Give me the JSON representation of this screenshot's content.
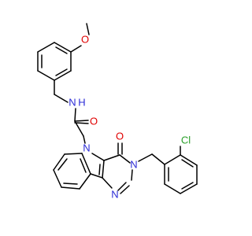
{
  "colors": {
    "bond": "#000000",
    "carbon": "#000000",
    "nitrogen": "#2b2bd6",
    "oxygen": "#e00000",
    "chlorine": "#2aa02a"
  },
  "atoms": {
    "methoxy_o": {
      "text": "O",
      "element": "oxygen"
    },
    "amide_n": {
      "text": "N",
      "element": "nitrogen"
    },
    "amide_h": {
      "text": "H",
      "element": "nitrogen"
    },
    "amide_o": {
      "text": "O",
      "element": "oxygen"
    },
    "indole_n": {
      "text": "N",
      "element": "nitrogen"
    },
    "ring_o": {
      "text": "O",
      "element": "oxygen"
    },
    "pyrimidine_n3": {
      "text": "N",
      "element": "nitrogen"
    },
    "pyrimidine_n1": {
      "text": "N",
      "element": "nitrogen"
    },
    "chlorine": {
      "text": "Cl",
      "element": "chlorine"
    }
  }
}
